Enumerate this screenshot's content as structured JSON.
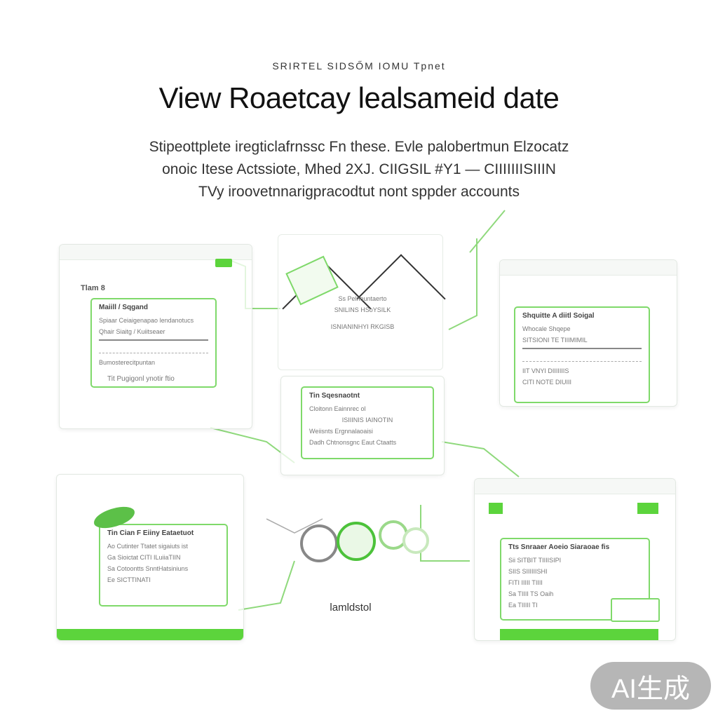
{
  "header": {
    "kicker": "SRIRTEL SIDSŐM IOMU   Tpnet",
    "headline": "View Roaetcay lealsameid date",
    "subtitle_lines": [
      "Stipeottplete iregticlafrnssc Fn these. Evle palobertmun Elzocatz",
      "onoic Itese Actssiote, Mhed 2XJ. CIIGSIL #Y1 — CIIIIIIISIIIN",
      "TVy iroovetnnarigpracodtut nont sppder accounts"
    ]
  },
  "panels": {
    "top_left": {
      "tag": "Tlam 8",
      "card_title": "Maiill / Sqgand",
      "lines": [
        "Spiaar Ceiaigenapao lendanotucs",
        "Qhair Siaitg / Kuiitseaer",
        "Bumosterecitpuntan"
      ],
      "footer": "Tit Pugigonl ynotir ftio"
    },
    "top_center": {
      "lines": [
        "Ss Pelneuntaerto",
        "SNILINS HSoYSILK",
        "ISNIANINHYI RKGISB"
      ]
    },
    "top_right": {
      "card_title": "Shquitte A diitl Soigal",
      "lines": [
        "Whocale Shqepe",
        "SITSIONI TE TIIIMIMIL",
        "IIT VNYI DIIIIIIIS",
        "CITI NOTE DIUIII"
      ]
    },
    "center": {
      "card_title": "Tin Sqesnaotnt",
      "lines": [
        "Cloitonn Eainnrec ol",
        "ISIIINIS IAINOTIN",
        "Weiisnts Ergnnalaoaisi",
        "Dadh Chtnonsgnc Eaut Ctaatts"
      ]
    },
    "bottom_left": {
      "card_title": "Tin Cian F Eiiny Eataetuot",
      "lines": [
        "Ao Cutinter Ttatet sigaiuts ist",
        "Ga Sioictat CITI ILuiiaTIIN",
        "Sa Cotoontts SnntHatsiniuns",
        "Ee SICTTINATI"
      ]
    },
    "bottom_right": {
      "card_title": "Tts Snraaer Aoeio Siaraoae fis",
      "lines": [
        "Sii SITBIT TIIIISIPI",
        "SIIS SIIIIIISHI",
        "FITI IIIII TIIII",
        "Sa TIIII TS Oaih",
        "Ea TIIIII TI"
      ]
    },
    "bottom_center_label": "lamldstol"
  },
  "watermark": "AI生成",
  "colors": {
    "accent": "#5cd43c",
    "card_border": "#7fd96a",
    "badge": "#b6b6b6"
  }
}
